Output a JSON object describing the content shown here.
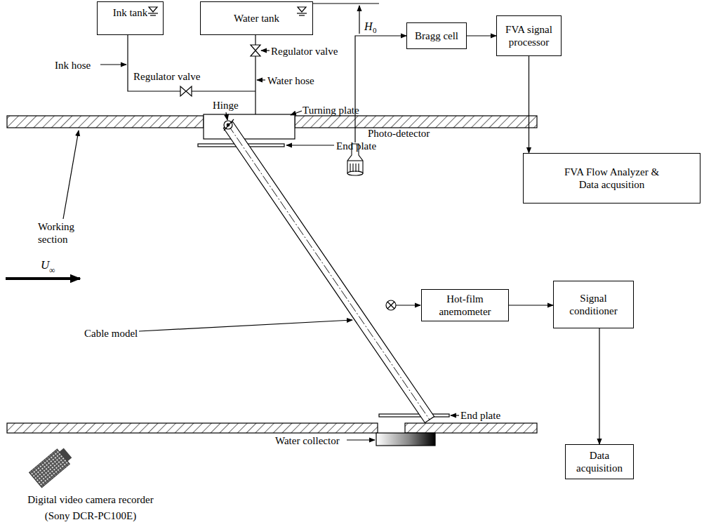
{
  "diagram": {
    "nodes": [
      {
        "text": [
          "Ink tank"
        ]
      },
      {
        "text": [
          "Water tank"
        ]
      },
      {
        "text": [
          "Photo-detector"
        ]
      },
      {
        "text": [
          "Bragg cell"
        ]
      },
      {
        "text": [
          "FVA signal processor"
        ]
      },
      {
        "text": [
          "FVA Flow Analyzer & Data acqusition"
        ]
      },
      {
        "text": [
          "Hot-film anemometer"
        ]
      },
      {
        "text": [
          "Signal conditioner"
        ]
      },
      {
        "text": [
          "Data acquisition"
        ]
      }
    ],
    "edges": [
      {
        "from": 2,
        "to": 3,
        "arrow": "to"
      },
      {
        "from": 3,
        "to": 4,
        "arrow": "to"
      },
      {
        "from": 4,
        "to": 5,
        "arrow": "to"
      },
      {
        "from": 6,
        "to": 7,
        "arrow": "to"
      },
      {
        "from": 7,
        "to": 8,
        "arrow": "to"
      }
    ],
    "labels": [
      "Ink hose",
      "Regulator valve",
      "Regulator valve",
      "Water hose",
      "H",
      "0",
      "Hinge",
      "Turning plate",
      "End plate",
      "Working section",
      "U",
      "∞",
      "Cable model",
      "End plate",
      "Water collector",
      "Digital video camera recorder",
      "(Sony DCR-PC100E)"
    ]
  }
}
